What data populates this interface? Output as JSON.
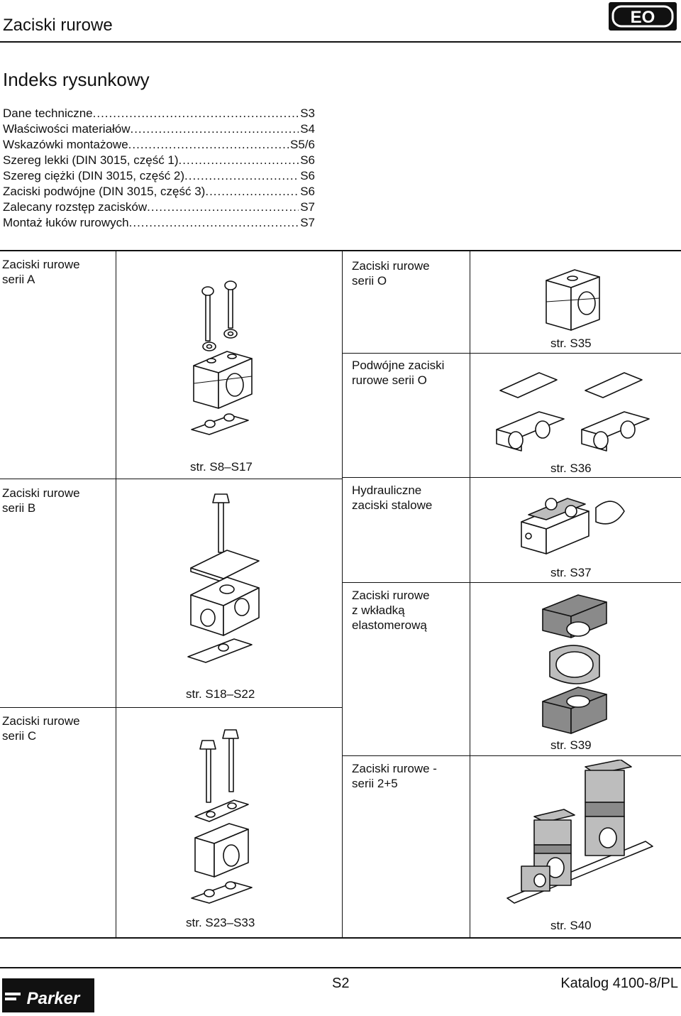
{
  "header": {
    "title": "Zaciski rurowe",
    "logo_text": "EO"
  },
  "index": {
    "heading": "Indeks rysunkowy",
    "entries": [
      {
        "label": "Dane techniczne",
        "page": "S3"
      },
      {
        "label": "Właściwości materiałów",
        "page": "S4"
      },
      {
        "label": "Wskazówki montażowe",
        "page": "S5/6"
      },
      {
        "label": "Szereg lekki (DIN 3015, część 1)",
        "page": "S6"
      },
      {
        "label": "Szereg ciężki (DIN 3015, część 2)",
        "page": "S6"
      },
      {
        "label": "Zaciski podwójne (DIN 3015, część 3)",
        "page": "S6"
      },
      {
        "label": "Zalecany rozstęp zacisków",
        "page": "S7"
      },
      {
        "label": "Montaż łuków rurowych",
        "page": "S7"
      }
    ]
  },
  "catalog_grid": {
    "left": [
      {
        "label_line1": "Zaciski rurowe",
        "label_line2": "serii A",
        "page": "str. S8–S17"
      },
      {
        "label_line1": "Zaciski rurowe",
        "label_line2": "serii B",
        "page": "str. S18–S22"
      },
      {
        "label_line1": "Zaciski rurowe",
        "label_line2": "serii C",
        "page": "str. S23–S33"
      }
    ],
    "right": [
      {
        "label_line1": "Zaciski rurowe",
        "label_line2": "serii O",
        "label_line3": "",
        "page": "str. S35"
      },
      {
        "label_line1": "Podwójne zaciski",
        "label_line2": "rurowe serii O",
        "label_line3": "",
        "page": "str. S36"
      },
      {
        "label_line1": "Hydrauliczne",
        "label_line2": "zaciski stalowe",
        "label_line3": "",
        "page": "str. S37"
      },
      {
        "label_line1": "Zaciski rurowe",
        "label_line2": "z wkładką",
        "label_line3": "elastomerową",
        "page": "str. S39"
      },
      {
        "label_line1": "Zaciski rurowe -",
        "label_line2": "serii 2+5",
        "label_line3": "",
        "page": "str. S40"
      }
    ]
  },
  "footer": {
    "page_number": "S2",
    "catalog": "Katalog 4100-8/PL",
    "brand": "Parker"
  }
}
